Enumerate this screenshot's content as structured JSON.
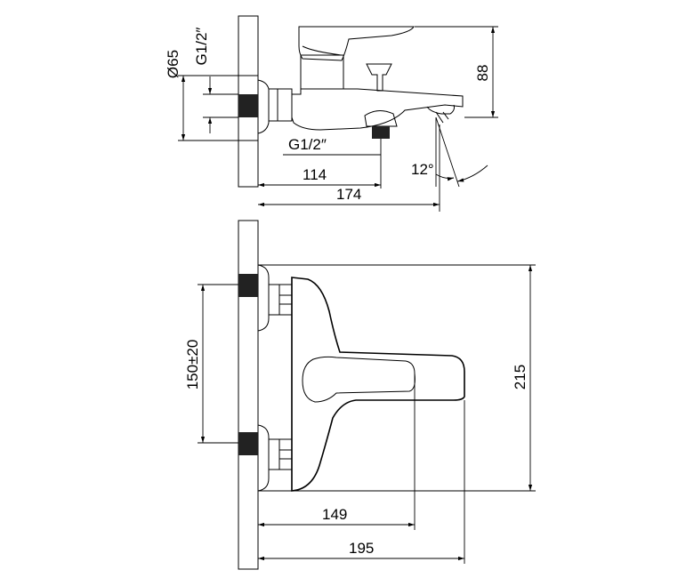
{
  "dimensions": {
    "d65": "Ø65",
    "g12_side": "G1/2″",
    "d88": "88",
    "g12_bottom": "G1/2″",
    "angle": "12°",
    "d114": "114",
    "d174": "174",
    "d150": "150±20",
    "d215": "215",
    "d149": "149",
    "d195": "195"
  }
}
